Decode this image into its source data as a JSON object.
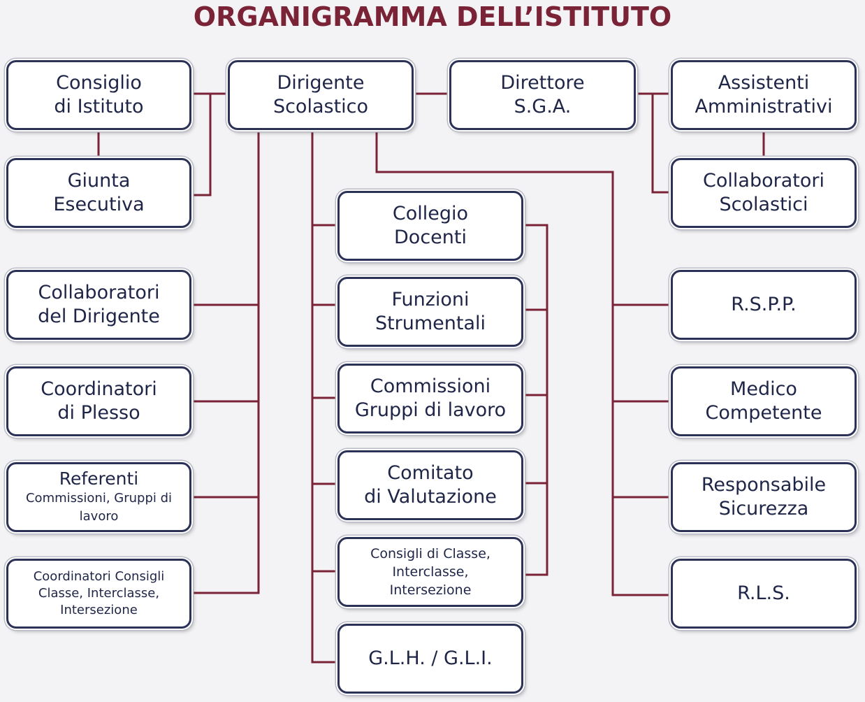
{
  "title": "ORGANIGRAMMA DELL’ISTITUTO",
  "colors": {
    "title": "#7a2337",
    "connector": "#7a2337",
    "box_border": "#2c3157",
    "text": "#1f2547"
  },
  "boxes": {
    "consiglio_istituto": [
      "Consiglio",
      "di Istituto"
    ],
    "dirigente": [
      "Dirigente",
      "Scolastico"
    ],
    "dsga": [
      "Direttore",
      "S.G.A."
    ],
    "assistenti": [
      "Assistenti",
      "Amministrativi"
    ],
    "giunta": [
      "Giunta",
      "Esecutiva"
    ],
    "collab_scolastici": [
      "Collaboratori",
      "Scolastici"
    ],
    "collegio": [
      "Collegio",
      "Docenti"
    ],
    "funzioni": [
      "Funzioni",
      "Strumentali"
    ],
    "commissioni": [
      "Commissioni",
      "Gruppi di lavoro"
    ],
    "comitato": [
      "Comitato",
      "di Valutazione"
    ],
    "consigli_classe": [
      "Consigli di Classe,",
      "Interclasse,",
      "Intersezione"
    ],
    "glh": [
      "G.L.H. / G.L.I."
    ],
    "collab_dirigente": [
      "Collaboratori",
      "del Dirigente"
    ],
    "coord_plesso": [
      "Coordinatori",
      "di Plesso"
    ],
    "referenti": [
      "Referenti",
      "Commissioni, Gruppi di",
      "lavoro"
    ],
    "coord_consigli": [
      "Coordinatori Consigli",
      "Classe, Interclasse,",
      "Intersezione"
    ],
    "rspp": [
      "R.S.P.P."
    ],
    "medico": [
      "Medico",
      "Competente"
    ],
    "resp_sicurezza": [
      "Responsabile",
      "Sicurezza"
    ],
    "rls": [
      "R.L.S."
    ]
  }
}
